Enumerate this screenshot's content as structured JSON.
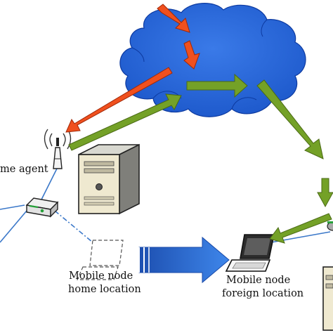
{
  "labels": {
    "home_agent": "me agent",
    "mobile_home_line1": "Mobile node",
    "mobile_home_line2": "home location",
    "mobile_foreign_line1": "Mobile node",
    "mobile_foreign_line2": "foreign location"
  },
  "colors": {
    "cloud": "#1f5fd6",
    "red_arrow": "#f0501e",
    "green_arrow": "#74a127",
    "blue_arrow": "#2f6fd8",
    "link_line": "#3b78c9"
  },
  "icons": [
    "cloud-icon",
    "antenna-icon",
    "server-icon",
    "router-icon",
    "laptop-icon",
    "laptop-icon",
    "router-icon",
    "server-icon"
  ]
}
